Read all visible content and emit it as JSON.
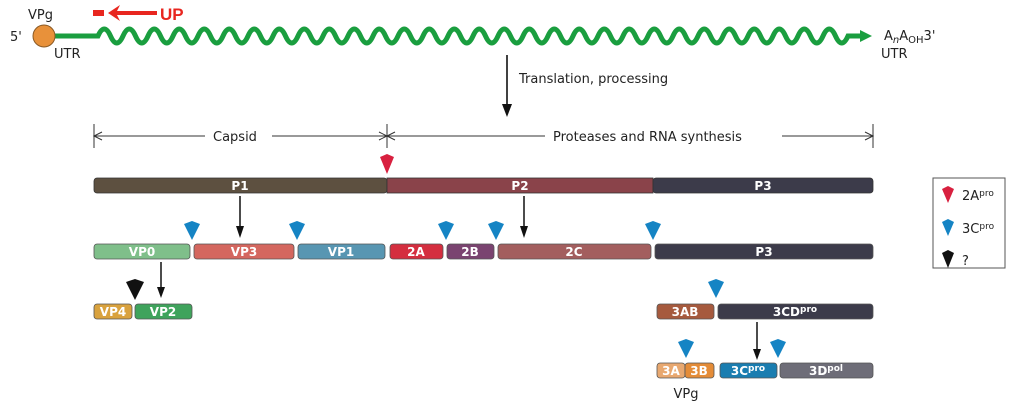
{
  "genome": {
    "vpg_label": "VPg",
    "five_prime": "5'",
    "utr_left": "UTR",
    "utr_right": "UTR",
    "three_prime_A": "A",
    "three_prime_n": "n",
    "three_prime_A2": "A",
    "three_prime_OH": "OH",
    "three_prime_end": "3'",
    "up_label": "UP"
  },
  "process": {
    "label": "Translation, processing"
  },
  "regions": {
    "capsid": "Capsid",
    "proteases": "Proteases and RNA synthesis"
  },
  "polyprotein": [
    {
      "id": "P1",
      "label": "P1",
      "color": "#5d5040"
    },
    {
      "id": "P2",
      "label": "P2",
      "color": "#8a434a"
    },
    {
      "id": "P3",
      "label": "P3",
      "color": "#3c3b4a"
    }
  ],
  "level2": [
    {
      "id": "VP0",
      "label": "VP0",
      "color": "#7fbf8a"
    },
    {
      "id": "VP3",
      "label": "VP3",
      "color": "#d4675f"
    },
    {
      "id": "VP1",
      "label": "VP1",
      "color": "#5896b2"
    },
    {
      "id": "2A",
      "label": "2A",
      "color": "#d42e3f"
    },
    {
      "id": "2B",
      "label": "2B",
      "color": "#7a4370"
    },
    {
      "id": "2C",
      "label": "2C",
      "color": "#a35e5e"
    },
    {
      "id": "P3b",
      "label": "P3",
      "color": "#3c3b4a"
    }
  ],
  "level3_capsid": [
    {
      "id": "VP4",
      "label": "VP4",
      "color": "#d9a23e"
    },
    {
      "id": "VP2",
      "label": "VP2",
      "color": "#3fa35c"
    }
  ],
  "level3_p3": [
    {
      "id": "3AB",
      "label": "3AB",
      "color": "#a65a3e"
    },
    {
      "id": "3CDpro",
      "label": "3CD",
      "sup": "pro",
      "color": "#3c3b4a"
    }
  ],
  "level4_p3": [
    {
      "id": "3A",
      "label": "3A",
      "color": "#e8a870"
    },
    {
      "id": "3B",
      "label": "3B",
      "color": "#e48c38"
    },
    {
      "id": "3Cpro",
      "label": "3C",
      "sup": "pro",
      "color": "#1a7db0"
    },
    {
      "id": "3Dpol",
      "label": "3D",
      "sup": "pol",
      "color": "#6e6d78"
    }
  ],
  "vpg_bottom": "VPg",
  "legend": [
    {
      "label": "2A",
      "sup": "pro",
      "color": "#d8203f"
    },
    {
      "label": "3C",
      "sup": "pro",
      "color": "#1584c4"
    },
    {
      "label": "?",
      "sup": "",
      "color": "#111111"
    }
  ],
  "colors": {
    "rna": "#1a9e3f",
    "vpg_ball": "#e8913a",
    "up_arrow": "#e8261f",
    "cleave_2A": "#d8203f",
    "cleave_3C": "#1584c4",
    "cleave_unknown": "#111111"
  }
}
